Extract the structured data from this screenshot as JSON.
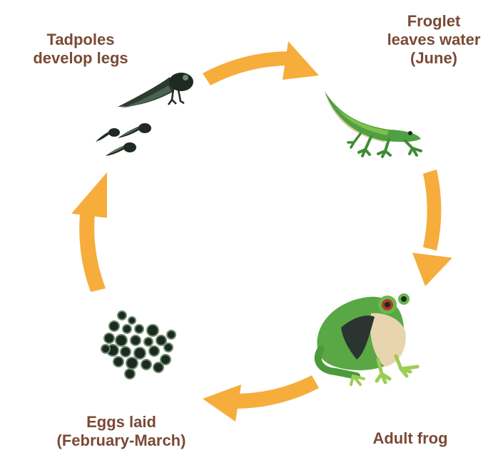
{
  "colors": {
    "arrow": "#f6ad3c",
    "label": "#7a4a34",
    "frog_green": "#5aa845",
    "frog_light": "#9ccc55",
    "frog_belly": "#e8d5b0",
    "tadpole_dark": "#1e2a22",
    "egg_dark": "#1a2a1e"
  },
  "stages": [
    {
      "id": "tadpoles",
      "lines": [
        "Tadpoles",
        "develop legs"
      ],
      "icon": "tadpole-icon"
    },
    {
      "id": "froglet",
      "lines": [
        "Froglet",
        "leaves water",
        "(June)"
      ],
      "icon": "froglet-icon"
    },
    {
      "id": "adult",
      "lines": [
        "Adult frog"
      ],
      "icon": "adult-frog-icon"
    },
    {
      "id": "eggs",
      "lines": [
        "Eggs laid",
        "(February-March)"
      ],
      "icon": "frogspawn-icon"
    }
  ]
}
